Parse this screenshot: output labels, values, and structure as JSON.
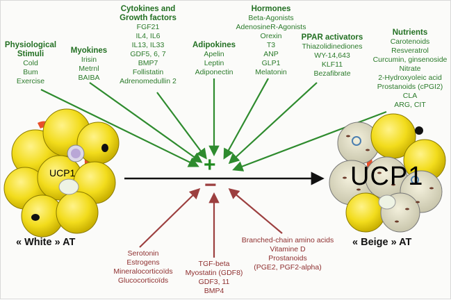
{
  "stimulators": {
    "physiological": {
      "heading_line1": "Physiological",
      "heading_line2": "Stimuli",
      "items": [
        "Cold",
        "Bum",
        "Exercise"
      ]
    },
    "myokines": {
      "heading": "Myokines",
      "items": [
        "Irisin",
        "Metrnl",
        "BAIBA"
      ]
    },
    "cytokines": {
      "heading_line1": "Cytokines and",
      "heading_line2": "Growth factors",
      "items": [
        "FGF21",
        "IL4, IL6",
        "IL13, IL33",
        "GDF5, 6, 7",
        "BMP7",
        "Follistatin",
        "Adrenomedullin 2"
      ]
    },
    "adipokines": {
      "heading": "Adipokines",
      "items": [
        "Apelin",
        "Leptin",
        "Adiponectin"
      ]
    },
    "hormones": {
      "heading": "Hormones",
      "items": [
        "Beta-Agonists",
        "AdenosineR-Agonists",
        "Orexin",
        "T3",
        "ANP",
        "GLP1",
        "Melatonin"
      ]
    },
    "ppar": {
      "heading": "PPAR activators",
      "items": [
        "Thiazolidinediones",
        "WY-14,643",
        "KLF11",
        "Bezafibrate"
      ]
    },
    "nutrients": {
      "heading": "Nutrients",
      "items": [
        "Carotenoids",
        "Resveratrol",
        "Curcumin, ginsenoside",
        "Nitrate",
        "2-Hydroxyoleic acid",
        "Prostanoids (cPGI2)",
        "CLA",
        "ARG, CIT"
      ]
    }
  },
  "inhibitors": {
    "left": {
      "items": [
        "Serotonin",
        "Estrogens",
        "Mineralocorticoïds",
        "Glucocorticoïds"
      ]
    },
    "middle": {
      "items": [
        "TGF-beta",
        "Myostatin (GDF8)",
        "GDF3, 11",
        "BMP4"
      ]
    },
    "right": {
      "items": [
        "Branched-chain amino acids",
        "Vitamine D",
        "Prostanoids",
        "(PGE2, PGF2-alpha)"
      ]
    }
  },
  "signs": {
    "plus": "+",
    "minus": "−"
  },
  "cells": {
    "white": {
      "ucp_label": "UCP1",
      "caption": "« White » AT"
    },
    "beige": {
      "ucp_label": "UCP1",
      "caption": "« Beige » AT"
    }
  },
  "colors": {
    "stimulate": "#2e8b2e",
    "inhibit": "#9c3f3f",
    "fat": "#f2dc1c",
    "fat_edge": "#8a7a00",
    "vessel": "#e8502a"
  }
}
